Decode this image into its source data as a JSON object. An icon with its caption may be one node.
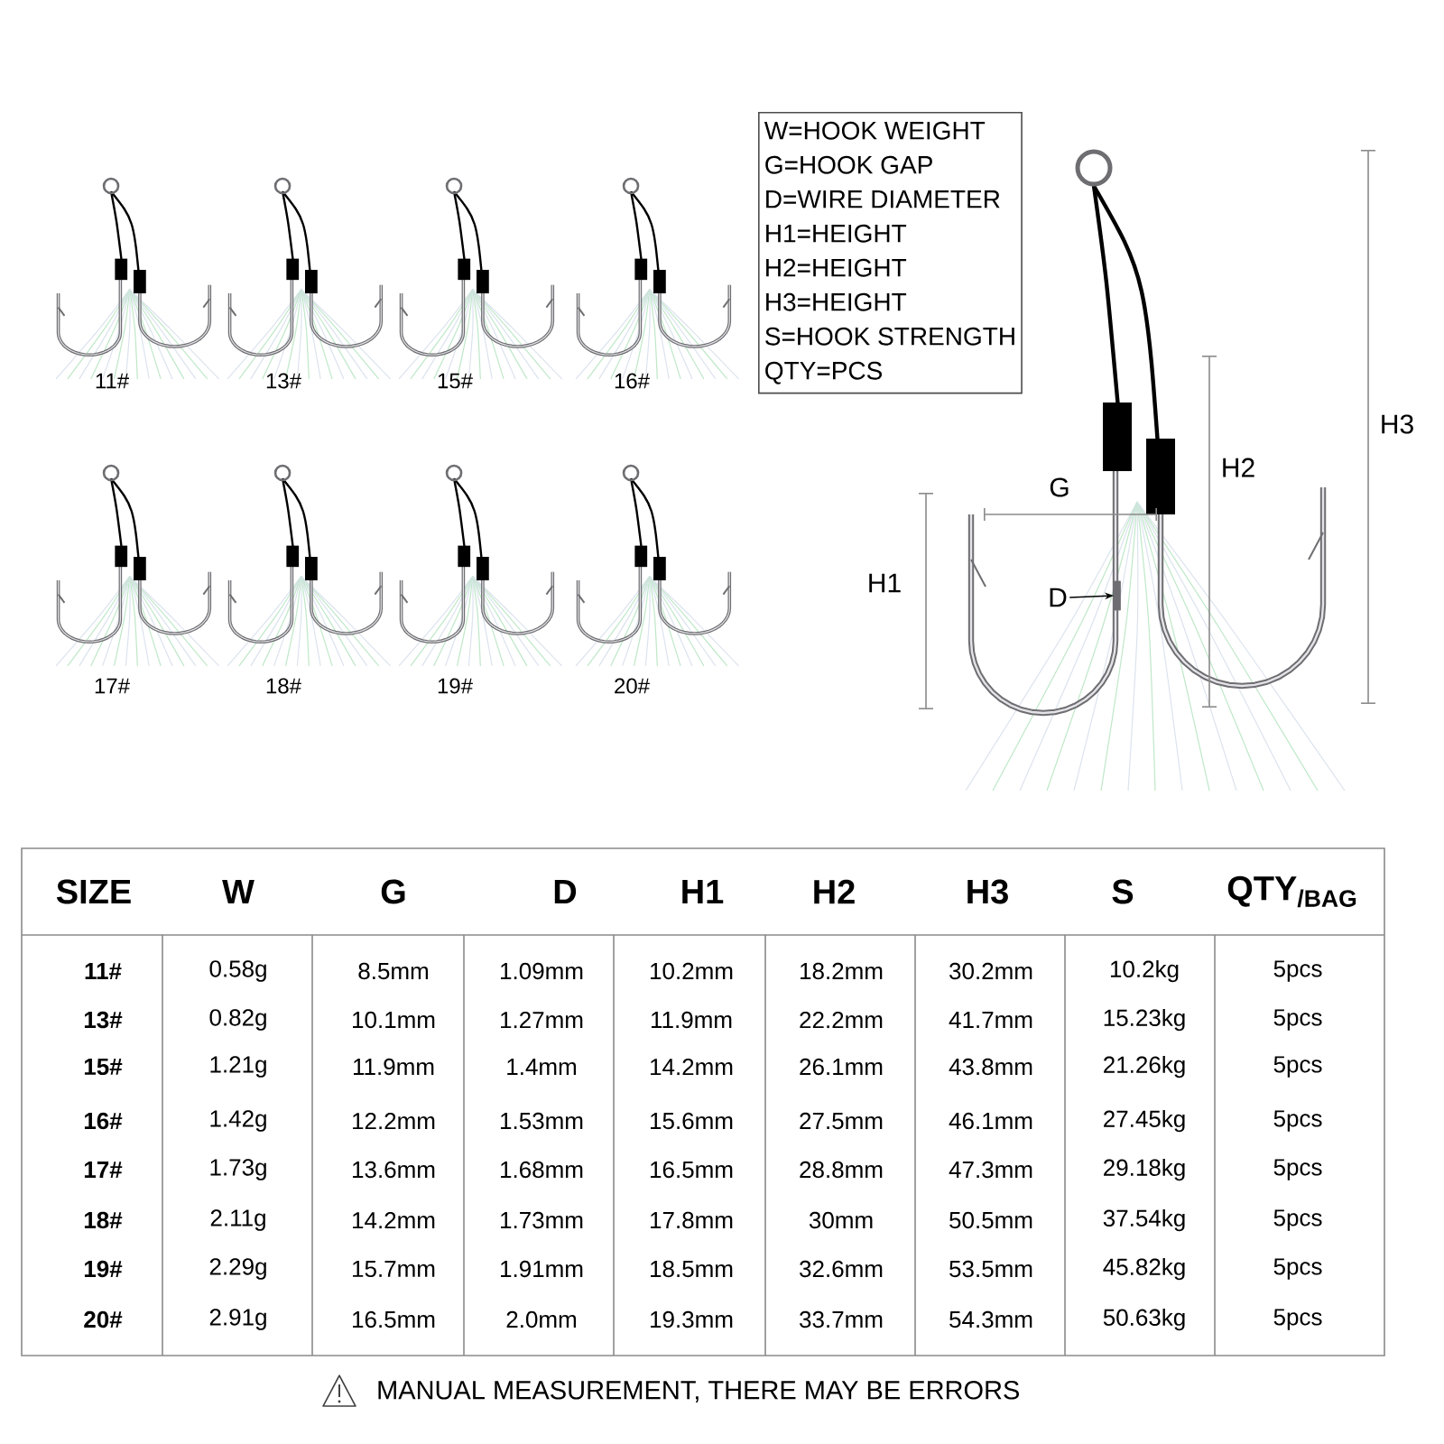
{
  "diagram": {
    "nodes": [
      {
        "text": [
          "W=HOOK WEIGHT",
          "G=HOOK GAP",
          "D=WIRE DIAMETER",
          "H1=HEIGHT",
          "H2=HEIGHT",
          "H3=HEIGHT",
          "S=HOOK STRENGTH",
          "QTY=PCS"
        ]
      },
      {
        "text": [
          "D"
        ]
      },
      {
        "text": [],
        "shape": "bar"
      }
    ],
    "edges": [
      {
        "from": 1,
        "to": 2,
        "arrow": "to"
      }
    ],
    "labels": [
      "11#",
      "13#",
      "15#",
      "16#",
      "17#",
      "18#",
      "19#",
      "20#",
      "H3",
      "G",
      "H2",
      "H1",
      "SIZE",
      "W",
      "G",
      "D",
      "H1",
      "H2",
      "H3",
      "S",
      "QTY$_{/BAG}$",
      "11#",
      "0.58g",
      "8.5mm",
      "1.09mm",
      "10.2mm",
      "18.2mm",
      "30.2mm",
      "10.2kg",
      "5pcs",
      "13#",
      "0.82g",
      "10.1mm",
      "1.27mm",
      "11.9mm",
      "22.2mm",
      "41.7mm",
      "15.23kg",
      "5pcs",
      "15#",
      "1.21g",
      "11.9mm",
      "1.4mm",
      "14.2mm",
      "26.1mm",
      "43.8mm",
      "21.26kg",
      "5pcs",
      "16#",
      "1.42g",
      "12.2mm",
      "1.53mm",
      "15.6mm",
      "27.5mm",
      "46.1mm",
      "27.45kg",
      "5pcs",
      "17#",
      "1.73g",
      "13.6mm",
      "1.68mm",
      "16.5mm",
      "28.8mm",
      "47.3mm",
      "29.18kg",
      "5pcs",
      "18#",
      "2.11g",
      "14.2mm",
      "1.73mm",
      "17.8mm",
      "30mm",
      "50.5mm",
      "37.54kg",
      "5pcs",
      "19#",
      "2.29g",
      "15.7mm",
      "1.91mm",
      "18.5mm",
      "32.6mm",
      "53.5mm",
      "45.82kg",
      "5pcs",
      "20#",
      "2.91g",
      "16.5mm",
      "2.0mm",
      "19.3mm",
      "33.7mm",
      "54.3mm",
      "50.63kg",
      "5pcs",
      "MANUAL MEASUREMENT, THERE MAY BE ERRORS"
    ]
  }
}
